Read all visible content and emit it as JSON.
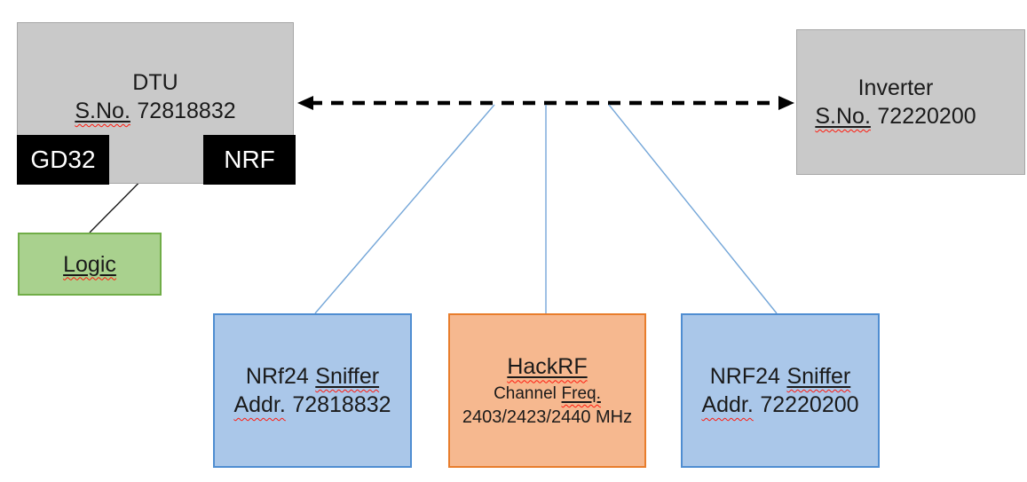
{
  "dtu": {
    "title": "DTU",
    "serial_label": "S.No.",
    "serial": "72818832",
    "gd32_label": "GD32",
    "nrf_label": "NRF"
  },
  "logic": {
    "label": "Logic"
  },
  "inverter": {
    "title": "Inverter",
    "serial_label": "S.No.",
    "serial": "72220200"
  },
  "sniffer_left": {
    "model": "NRf24",
    "model_word": "Sniffer",
    "addr_label": "Addr.",
    "addr": "72818832"
  },
  "hackrf": {
    "title": "HackRF",
    "channel_label": "Channel",
    "freq_label": "Freq.",
    "frequencies": "2403/2423/2440 MHz"
  },
  "sniffer_right": {
    "model": "NRF24",
    "model_word": "Sniffer",
    "addr_label": "Addr.",
    "addr": "72220200"
  },
  "colors": {
    "gray_fill": "#c9c9c9",
    "gray_border": "#a6a6a6",
    "chip_black": "#000000",
    "green_fill": "#a9d18e",
    "green_border": "#70ad47",
    "blue_fill": "#aac7e9",
    "blue_border": "#4f8dd1",
    "orange_fill": "#f6b88f",
    "orange_border": "#e87d2c",
    "connector_blue": "#74a6d8",
    "arrow_black": "#000000",
    "squiggle_red": "#ff1a0e"
  }
}
